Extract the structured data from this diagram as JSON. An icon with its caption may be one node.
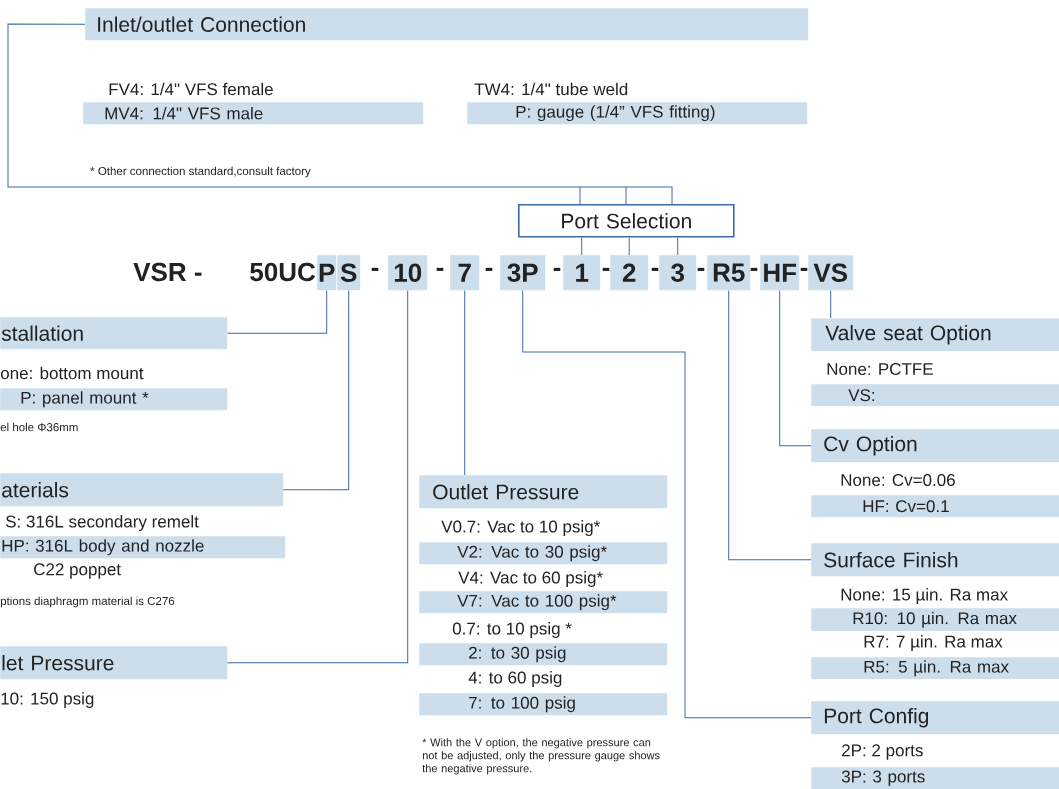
{
  "diagram": {
    "nodes": [
      {
        "text": [
          "Inlet/outlet Connection"
        ]
      },
      {
        "text": [
          "MV4: 1/4\" VFS male"
        ]
      },
      {
        "text": [
          "P: gauge (1/4” VFS fitting)"
        ]
      },
      {
        "text": [
          "Port Selection"
        ]
      },
      {
        "text": [
          "P"
        ]
      },
      {
        "text": [
          "S"
        ]
      },
      {
        "text": [
          "10"
        ]
      },
      {
        "text": [
          "7"
        ]
      },
      {
        "text": [
          "3P"
        ]
      },
      {
        "text": [
          "1"
        ]
      },
      {
        "text": [
          "2"
        ]
      },
      {
        "text": [
          "3"
        ]
      },
      {
        "text": [
          "R5"
        ]
      },
      {
        "text": [
          "HF"
        ]
      },
      {
        "text": [
          "VS"
        ]
      },
      {
        "text": [
          "stallation"
        ]
      },
      {
        "text": [
          "P: panel mount *"
        ]
      },
      {
        "text": [
          "Valve seat Option"
        ]
      },
      {
        "text": [
          "VS:"
        ]
      },
      {
        "text": [
          "Cv Option"
        ]
      },
      {
        "text": [
          "HF: Cv=0.1"
        ]
      },
      {
        "text": [
          "aterials"
        ]
      },
      {
        "text": [
          "HP: 316L body and nozzle"
        ]
      },
      {
        "text": [
          "Outlet Pressure"
        ]
      },
      {
        "text": [
          "V2: Vac to 30 psig*"
        ]
      },
      {
        "text": [
          "V7: Vac to 100 psig*"
        ]
      },
      {
        "text": [
          "2: to 30 psig"
        ]
      },
      {
        "text": [
          "7: to 100 psig"
        ]
      },
      {
        "text": [
          "Surface Finish"
        ]
      },
      {
        "text": [
          "R10: 10 µin. Ra max"
        ]
      },
      {
        "text": [
          "R5: 5 µin. Ra max"
        ]
      },
      {
        "text": [
          "let Pressure"
        ]
      },
      {
        "text": [
          "Port Config"
        ]
      },
      {
        "text": [
          "3P: 3 ports"
        ]
      }
    ],
    "edges": [
      {
        "from": 0,
        "to": 3,
        "arrow": "none"
      },
      {
        "from": 3,
        "to": 9,
        "arrow": "none"
      },
      {
        "from": 3,
        "to": 10,
        "arrow": "none"
      },
      {
        "from": 3,
        "to": 11,
        "arrow": "none"
      },
      {
        "from": 4,
        "to": 15,
        "arrow": "none"
      },
      {
        "from": 5,
        "to": 21,
        "arrow": "none"
      },
      {
        "from": 6,
        "to": 31,
        "arrow": "none"
      },
      {
        "from": 7,
        "to": 23,
        "arrow": "none"
      },
      {
        "from": 8,
        "to": 32,
        "arrow": "none"
      },
      {
        "from": 12,
        "to": 28,
        "arrow": "none"
      },
      {
        "from": 13,
        "to": 19,
        "arrow": "none"
      },
      {
        "from": 14,
        "to": 17,
        "arrow": "none"
      }
    ],
    "labels": [
      "FV4: 1/4\" VFS female",
      "TW4: 1/4\" tube weld",
      "* Other connection standard,consult factory",
      "VSR -",
      "50UC",
      "-",
      "-",
      "-",
      "-",
      "-",
      "-",
      "-",
      "-",
      "-",
      "one: bottom mount",
      "None: PCTFE",
      "el hole Φ36mm",
      "None: Cv=0.06",
      "S: 316L secondary remelt",
      "C22 poppet",
      "V0.7: Vac to 10 psig*",
      "V4: Vac to 60 psig*",
      "ptions diaphragm material is C276",
      "0.7: to 10 psig *",
      "None: 15 µin. Ra max",
      "4: to 60 psig",
      "R7: 7 µin. Ra max",
      "10: 150 psig",
      "2P: 2 ports",
      "* With the V option, the negative pressure can not be adjusted, only the pressure gauge shows the negative pressure."
    ]
  }
}
